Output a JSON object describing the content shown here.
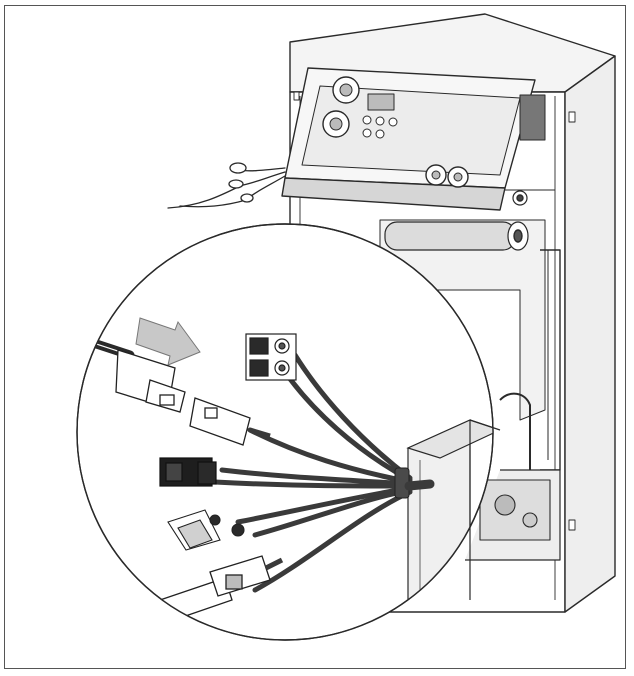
{
  "figure": {
    "background": "#ffffff",
    "line_color": "#2a2a2a",
    "wire_color": "#3a3a3a",
    "arrow_fill": "#c8c8c8",
    "panel_gray": "#bcbcbc"
  },
  "parts": {
    "boiler": "boiler-housing",
    "panel": "control-panel",
    "harness": "wiring-harness",
    "magnifier": "detail-magnifier-circle",
    "arrow": "insertion-arrow"
  }
}
